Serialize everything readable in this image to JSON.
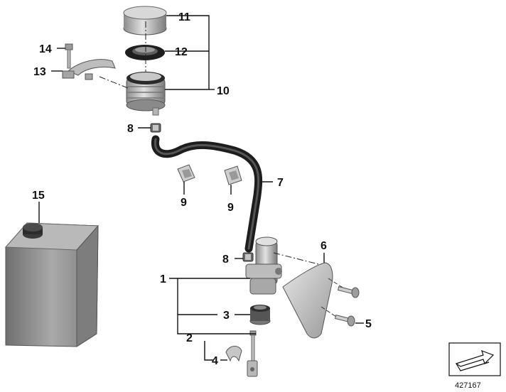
{
  "diagram": {
    "reference_number": "427167",
    "colors": {
      "part_fill": "#c9c9c9",
      "part_dark": "#8a8a8a",
      "hose": "#2b2b2b",
      "line": "#111111"
    },
    "callouts": [
      {
        "id": "c1",
        "label": "1"
      },
      {
        "id": "c2",
        "label": "2"
      },
      {
        "id": "c3",
        "label": "3"
      },
      {
        "id": "c4",
        "label": "4"
      },
      {
        "id": "c5",
        "label": "5"
      },
      {
        "id": "c6",
        "label": "6"
      },
      {
        "id": "c7",
        "label": "7"
      },
      {
        "id": "c8a",
        "label": "8"
      },
      {
        "id": "c8b",
        "label": "8"
      },
      {
        "id": "c9a",
        "label": "9"
      },
      {
        "id": "c9b",
        "label": "9"
      },
      {
        "id": "c10",
        "label": "10"
      },
      {
        "id": "c11",
        "label": "11"
      },
      {
        "id": "c12",
        "label": "12"
      },
      {
        "id": "c13",
        "label": "13"
      },
      {
        "id": "c14",
        "label": "14"
      },
      {
        "id": "c15",
        "label": "15"
      }
    ]
  }
}
